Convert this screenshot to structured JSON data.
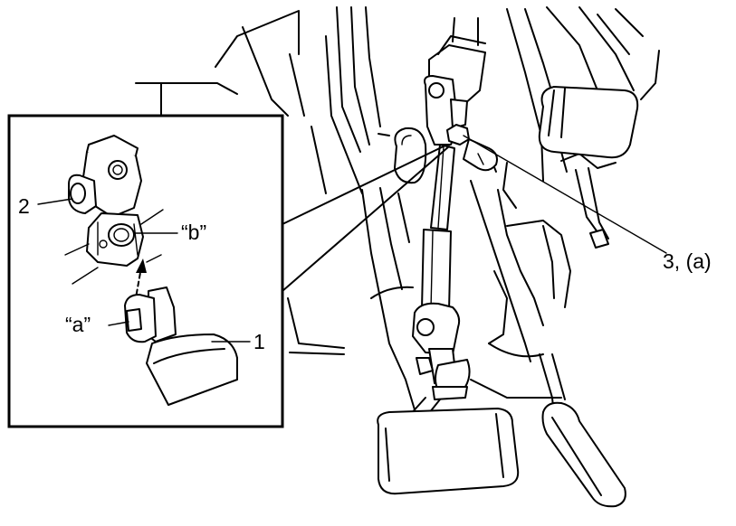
{
  "labels": {
    "part_1": "1",
    "part_2": "2",
    "part_3": "3, (a)",
    "mark_a": "“a”",
    "mark_b": "“b”"
  }
}
